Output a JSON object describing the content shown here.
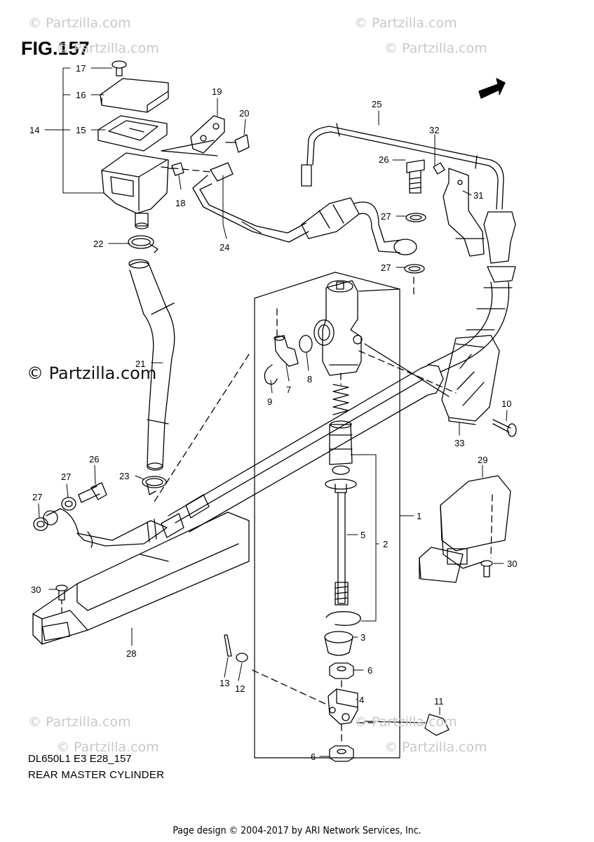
{
  "figure_title": "FIG.157",
  "watermark_small": "© Partzilla.com",
  "watermark_big": "© Partzilla.com",
  "model_code": "DL650L1 E3 E28_157",
  "diagram_name": "REAR MASTER CYLINDER",
  "footer": "Page design © 2004-2017 by ARI Network Services, Inc.",
  "fwd_label": "FWD",
  "callouts": {
    "c1": "1",
    "c2": "2",
    "c3": "3",
    "c4": "4",
    "c5": "5",
    "c6a": "6",
    "c6b": "6",
    "c7": "7",
    "c8": "8",
    "c9": "9",
    "c10": "10",
    "c11": "11",
    "c12": "12",
    "c13": "13",
    "c14": "14",
    "c15": "15",
    "c16": "16",
    "c17": "17",
    "c18": "18",
    "c19": "19",
    "c20": "20",
    "c21": "21",
    "c22": "22",
    "c23": "23",
    "c24": "24",
    "c25": "25",
    "c26a": "26",
    "c26b": "26",
    "c27a": "27",
    "c27b": "27",
    "c27c": "27",
    "c27d": "27",
    "c28": "28",
    "c29": "29",
    "c30a": "30",
    "c30b": "30",
    "c31": "31",
    "c32": "32",
    "c33": "33"
  }
}
